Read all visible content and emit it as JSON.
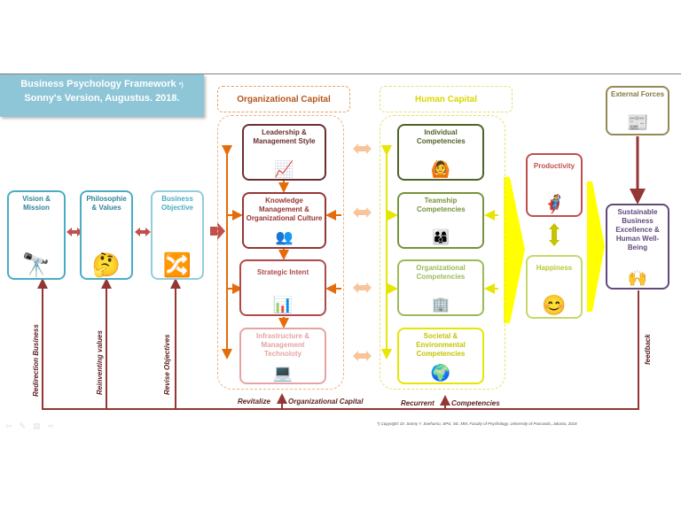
{
  "title": {
    "line1": "Business Psychology Framework",
    "mark": "*)",
    "line2": "Sonny's Version, Augustus. 2018."
  },
  "columns": {
    "organizational_capital": {
      "label": "Organizational Capital",
      "color": "#b5561e",
      "items": [
        {
          "label": "Leadership & Management Style",
          "color": "#6b2f2f"
        },
        {
          "label": "Knowledge Management & Organizational Culture",
          "color": "#953735"
        },
        {
          "label": "Strategic Intent",
          "color": "#b04a4a"
        },
        {
          "label": "Infrastructure & Management Technoloty",
          "color": "#e6a3a3"
        }
      ]
    },
    "human_capital": {
      "label": "Human Capital",
      "color": "#d8d800",
      "items": [
        {
          "label": "Individual Competencies",
          "color": "#4f6228"
        },
        {
          "label": "Teamship Competencies",
          "color": "#77933c"
        },
        {
          "label": "Organizational Competencies",
          "color": "#9bbb59"
        },
        {
          "label": "Societal & Environmental Competencies",
          "color": "#d6d600"
        }
      ]
    }
  },
  "left_boxes": [
    {
      "label": "Vision & Mission"
    },
    {
      "label": "Philosophie & Values"
    },
    {
      "label": "Business Objective"
    }
  ],
  "outcomes": {
    "productivity": "Productivity",
    "happiness": "Happiness",
    "external_forces": "External Forces",
    "sustainable": "Sustainable Business Excellence & Human Well-Being"
  },
  "feedback_labels": {
    "redirection": "Redirection  Business",
    "reinventing": "Reinventing  values",
    "revise": "Revise  Objectives",
    "feedback": "feedback",
    "revitalize": "Revitalize",
    "organizational_capital": "Organizational Capital",
    "recurrent": "Recurrent",
    "competencies": "Competencies"
  },
  "copyright": "*) Copyright: Dr. Sonny Y. Soeharso, SPsi, SE, MM, Faculty of Psychology, University of Pancasila, Jakarta, 2018",
  "colors": {
    "arrow_dark": "#943634",
    "arrow_orange": "#e46c0a",
    "arrow_yellow": "#e6e600",
    "peach": "#f9c49a",
    "teal": "#4bacc6",
    "purple": "#604a7b"
  }
}
